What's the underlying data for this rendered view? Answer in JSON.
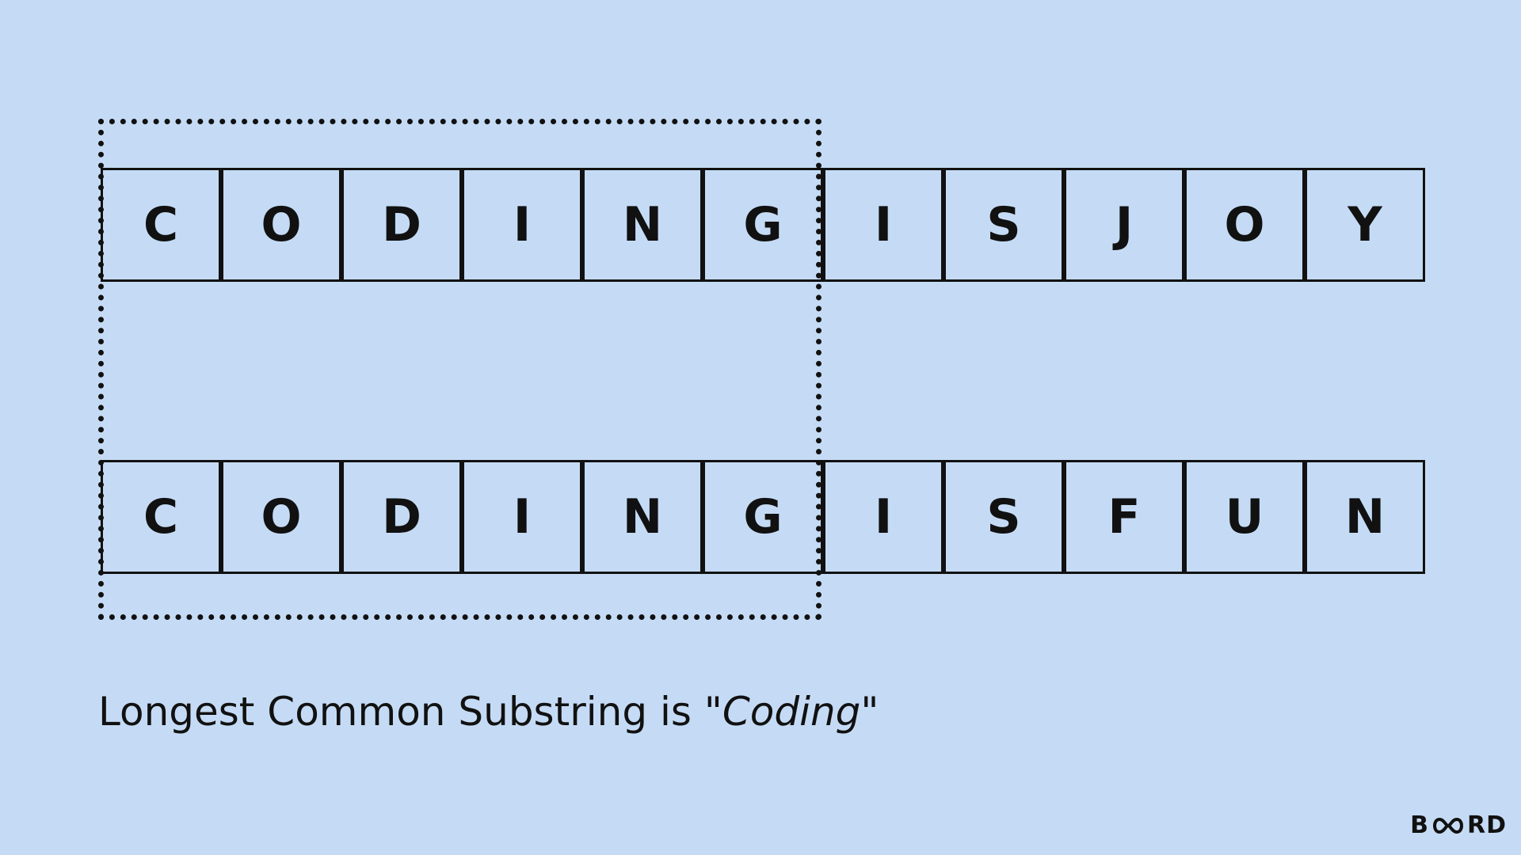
{
  "diagram": {
    "string_a": [
      "C",
      "O",
      "D",
      "I",
      "N",
      "G",
      "I",
      "S",
      "J",
      "O",
      "Y"
    ],
    "string_b": [
      "C",
      "O",
      "D",
      "I",
      "N",
      "G",
      "I",
      "S",
      "F",
      "U",
      "N"
    ],
    "caption_prefix": "Longest Common Substring is ",
    "caption_highlight": "\"Coding\""
  },
  "logo": {
    "text_left": "B",
    "text_right": "RD"
  },
  "colors": {
    "background": "#c5dbf5",
    "ink": "#111111"
  }
}
